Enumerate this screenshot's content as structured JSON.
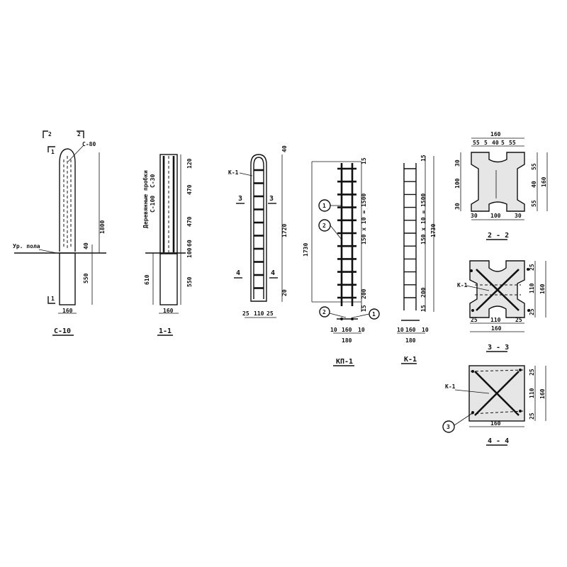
{
  "column_c10": {
    "title": "С-10",
    "section_mark_top_left": "2",
    "section_mark_top_right": "2",
    "section_mark_side_top": "1",
    "section_mark_side_bottom": "1",
    "top_label": "С-80",
    "floor_label": "Ур. пола",
    "dim_height": "1800",
    "dim_small": "40",
    "dim_below": "550",
    "dim_width": "160"
  },
  "section_1_1": {
    "title": "1-1",
    "wood_label": "Деревянные пробки",
    "pipe_label_1": "С-100",
    "pipe_label_2": "С-30",
    "dim_top": "120",
    "dim_mid1": "470",
    "dim_mid2": "470",
    "dim_small1": "60",
    "dim_small2": "100",
    "dim_below": "550",
    "dim_left": "610",
    "dim_width": "160"
  },
  "frame_k1_elev": {
    "label": "К-1",
    "section_3_left": "3",
    "section_3_right": "3",
    "section_4_left": "4",
    "section_4_right": "4",
    "dim_top": "40",
    "dim_height": "1720",
    "dim_bottom": "20",
    "dim_b1": "25",
    "dim_b2": "110",
    "dim_b3": "25"
  },
  "frame_kp1": {
    "title": "КП-1",
    "callout_1": "1",
    "callout_2": "2",
    "callout_2b": "2",
    "callout_1b": "1",
    "dim_total": "1730",
    "dim_top": "15",
    "dim_spacing": "150 x 10 = 1500",
    "dim_bottom": "200",
    "dim_bottom2": "15",
    "dim_w1": "10",
    "dim_w2": "160",
    "dim_w3": "10",
    "dim_w_total": "180"
  },
  "frame_k1": {
    "title": "К-1",
    "dim_top": "15",
    "dim_spacing": "150 x 10 = 1500",
    "dim_total": "1730",
    "dim_bottom": "200",
    "dim_bottom2": "15",
    "dim_w1": "10",
    "dim_w2": "160",
    "dim_w3": "10",
    "dim_w_total": "180"
  },
  "section_2_2": {
    "title": "2 - 2",
    "dim_top": "160",
    "dim_top_parts": [
      "55",
      "5",
      "40",
      "5",
      "55"
    ],
    "dim_left_top": "30",
    "dim_left_mid": "100",
    "dim_left_bot": "30",
    "dim_right_top": "55",
    "dim_right_mid": "40",
    "dim_right_bot": "55",
    "dim_right_total": "160",
    "dim_bot_parts": [
      "30",
      "100",
      "30"
    ]
  },
  "section_3_3": {
    "title": "3 - 3",
    "label": "К-1",
    "dim_right_top": "25",
    "dim_right_mid": "110",
    "dim_right_bot": "25",
    "dim_right_total": "160",
    "dim_bot_parts": [
      "25",
      "110",
      "25"
    ],
    "dim_bot_total": "160"
  },
  "section_4_4": {
    "title": "4 - 4",
    "label": "К-1",
    "callout": "3",
    "dim_right_top": "25",
    "dim_right_mid": "110",
    "dim_right_bot": "25",
    "dim_right_total": "160",
    "dim_bot": "160"
  }
}
